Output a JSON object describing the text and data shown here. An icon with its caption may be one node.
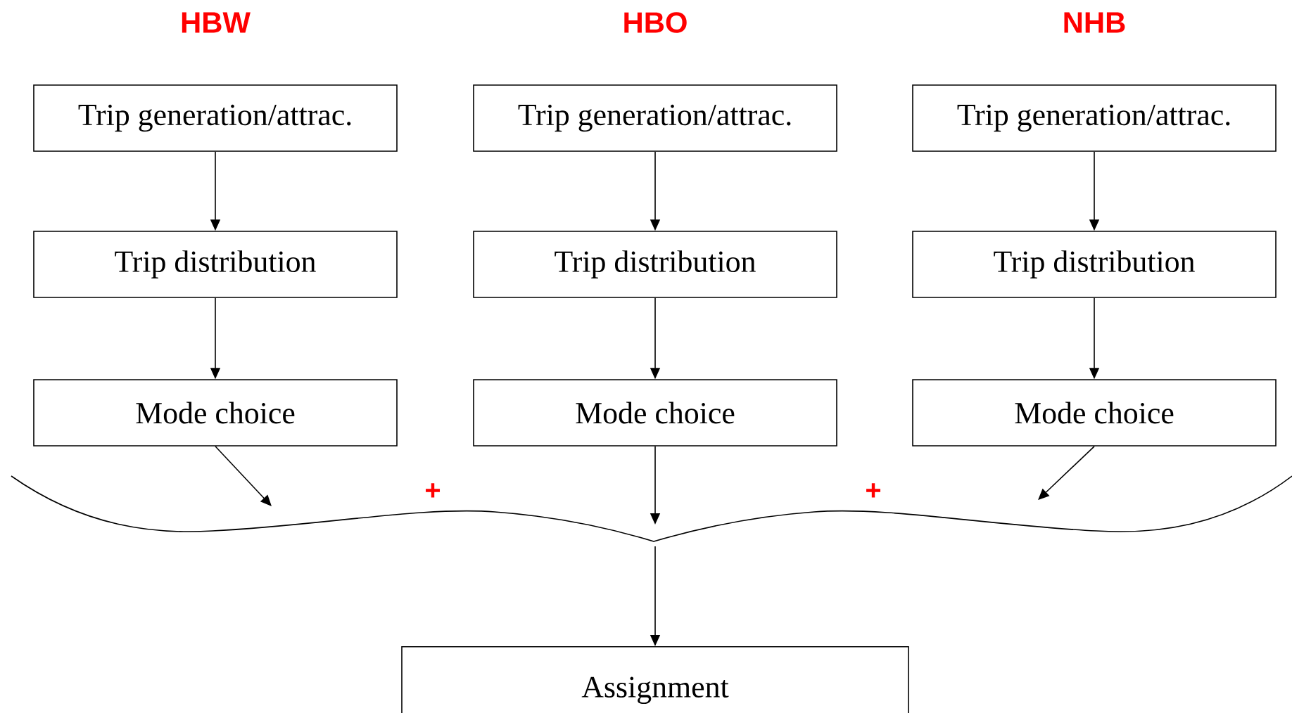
{
  "diagram": {
    "nodes": [
      {
        "text": [
          "Trip generation/attrac."
        ]
      },
      {
        "text": [
          "Trip generation/attrac."
        ]
      },
      {
        "text": [
          "Trip generation/attrac."
        ]
      },
      {
        "text": [
          "Trip distribution"
        ]
      },
      {
        "text": [
          "Trip distribution"
        ]
      },
      {
        "text": [
          "Trip distribution"
        ]
      },
      {
        "text": [
          "Mode choice"
        ]
      },
      {
        "text": [
          "Mode choice"
        ]
      },
      {
        "text": [
          "Mode choice"
        ]
      },
      {
        "text": [],
        "shape": "brace"
      },
      {
        "text": [
          "Assignment"
        ]
      }
    ],
    "edges": [
      {
        "from": 0,
        "to": 3,
        "arrow": "to"
      },
      {
        "from": 1,
        "to": 4,
        "arrow": "to"
      },
      {
        "from": 2,
        "to": 5,
        "arrow": "to"
      },
      {
        "from": 3,
        "to": 6,
        "arrow": "to"
      },
      {
        "from": 4,
        "to": 7,
        "arrow": "to"
      },
      {
        "from": 5,
        "to": 8,
        "arrow": "to"
      },
      {
        "from": 6,
        "to": 9,
        "arrow": "to"
      },
      {
        "from": 7,
        "to": 9,
        "arrow": "to"
      },
      {
        "from": 8,
        "to": 9,
        "arrow": "to"
      },
      {
        "from": 9,
        "to": 10,
        "arrow": "to"
      }
    ],
    "labels": [
      "HBW",
      "HBO",
      "NHB",
      "+",
      "+"
    ]
  }
}
